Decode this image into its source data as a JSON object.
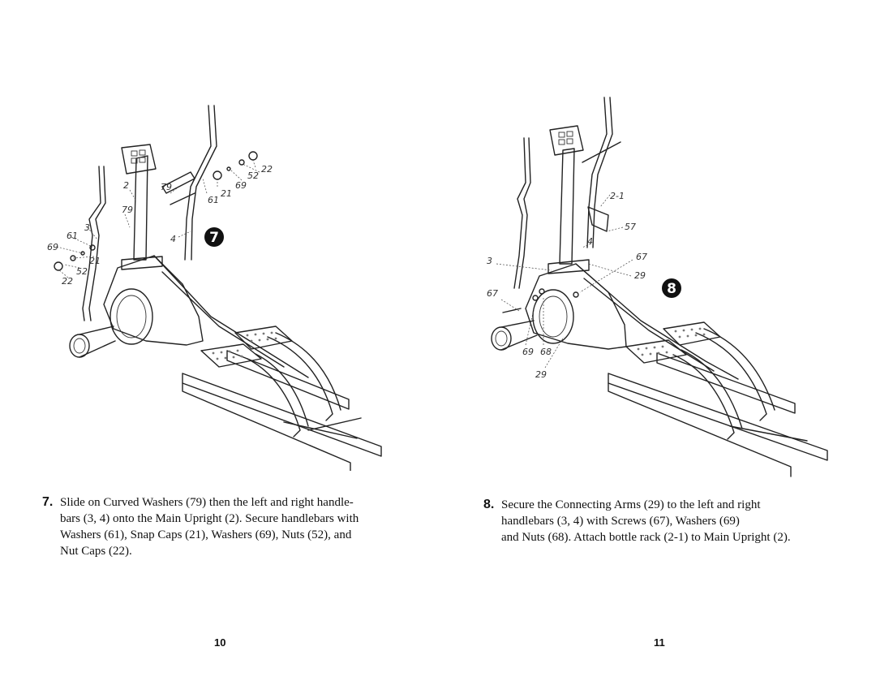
{
  "left_page": {
    "page_number": "10",
    "step": {
      "number": "7.",
      "lines": [
        "Slide on Curved Washers (79) then the left and right handle-",
        "bars (3, 4) onto the Main Upright (2).  Secure handlebars with",
        "Washers (61), Snap Caps (21), Washers (69), Nuts (52), and",
        "Nut Caps (22)."
      ]
    },
    "figure": {
      "badge": "7",
      "labels": [
        "22",
        "52",
        "69",
        "21",
        "61",
        "79",
        "2",
        "79",
        "3",
        "61",
        "69",
        "21",
        "52",
        "22",
        "4"
      ]
    }
  },
  "right_page": {
    "page_number": "11",
    "step": {
      "number": "8.",
      "lines": [
        "Secure the Connecting Arms (29) to the left and right",
        "handlebars (3, 4) with Screws (67), Washers (69)",
        "and Nuts (68).  Attach bottle rack (2-1) to Main Upright (2)."
      ]
    },
    "figure": {
      "badge": "8",
      "labels": [
        "2-1",
        "57",
        "4",
        "67",
        "3",
        "29",
        "67",
        "69",
        "68",
        "29"
      ]
    }
  }
}
